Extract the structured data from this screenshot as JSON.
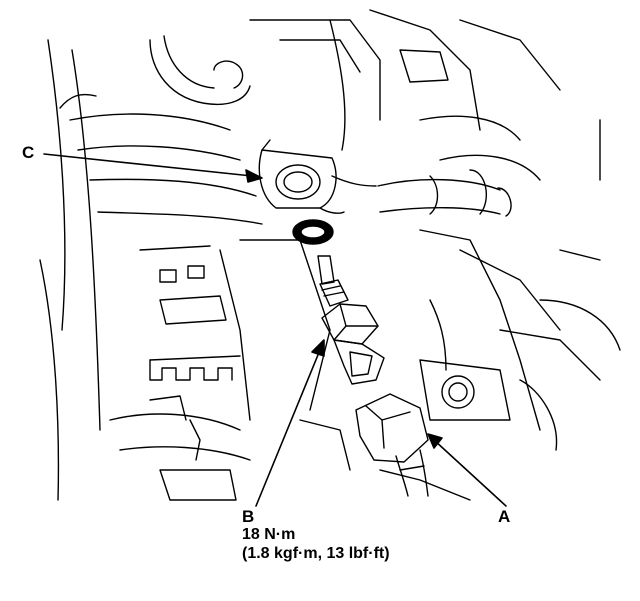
{
  "callouts": {
    "a": {
      "letter": "A"
    },
    "b": {
      "letter": "B",
      "torque": "18 N·m",
      "torque_alt": "(1.8 kgf·m, 13 lbf·ft)"
    },
    "c": {
      "letter": "C"
    }
  },
  "parts": {
    "a": "connector-icon",
    "b": "sensor-icon",
    "c": "sealing-washer-icon"
  },
  "colors": {
    "line": "#000000",
    "background": "#ffffff"
  }
}
